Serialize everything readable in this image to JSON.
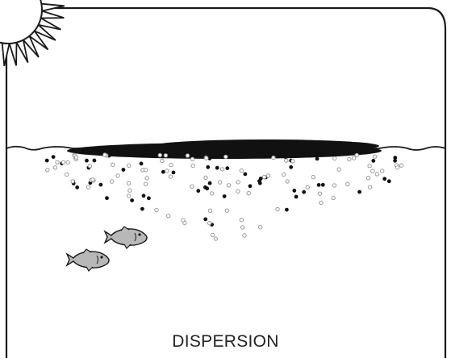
{
  "caption": "DISPERSION",
  "colors": {
    "background": "#ffffff",
    "outline": "#1a1a1a",
    "oil_slick": "#111111",
    "droplet_dark": "#111111",
    "droplet_gray": "#9a9a9a",
    "fish_fill": "#b8b8b8"
  },
  "icons": [
    "sun-icon",
    "oil-slick",
    "fish-icon"
  ],
  "droplets": {
    "dark_count": 55,
    "gray_count": 95
  }
}
